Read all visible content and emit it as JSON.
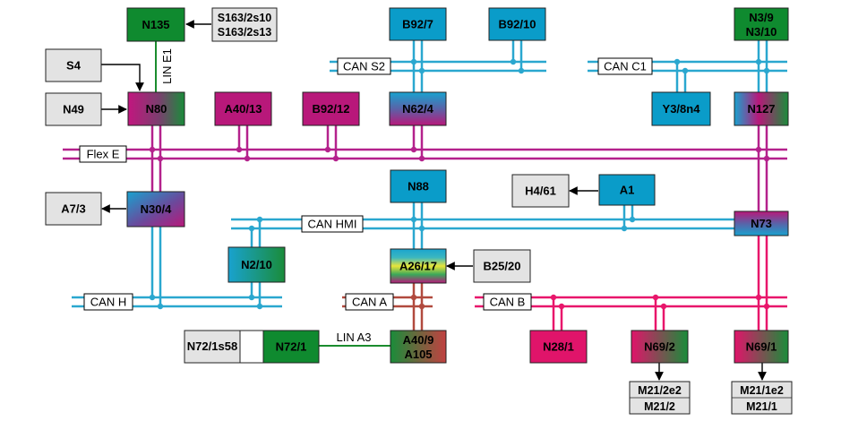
{
  "colors": {
    "can": "#2aa7cf",
    "flex": "#b4218c",
    "red_bus": "#e8166b",
    "brown_bus": "#b14a3e",
    "lin": "#1a8c2e",
    "node_blue": "#0a9cc9",
    "node_green": "#0f8a2f",
    "node_magenta": "#b8187a",
    "node_red": "#e0146a",
    "node_gray": "#e3e3e3"
  },
  "buses": {
    "can_s2": "CAN S2",
    "can_c1": "CAN C1",
    "flex_e": "Flex E",
    "can_hmi": "CAN HMI",
    "can_h": "CAN H",
    "can_a": "CAN A",
    "can_b": "CAN B",
    "lin_e1": "LIN E1",
    "lin_a3": "LIN A3"
  },
  "nodes": {
    "n135": "N135",
    "s163": [
      "S163/2s10",
      "S163/2s13"
    ],
    "b92_7": "B92/7",
    "b92_10": "B92/10",
    "n3_9": [
      "N3/9",
      "N3/10"
    ],
    "s4": "S4",
    "n49": "N49",
    "n80": "N80",
    "a40_13": "A40/13",
    "b92_12": "B92/12",
    "n62_4": "N62/4",
    "y3_8n4": "Y3/8n4",
    "n127": "N127",
    "a7_3": "A7/3",
    "n30_4": "N30/4",
    "n88": "N88",
    "h4_61": "H4/61",
    "a1": "A1",
    "n73": "N73",
    "n2_10": "N2/10",
    "a26_17": "A26/17",
    "b25_20": "B25/20",
    "n72_1s58": "N72/1s58",
    "n72_1": "N72/1",
    "a40_9": [
      "A40/9",
      "A105"
    ],
    "n28_1": "N28/1",
    "n69_2": "N69/2",
    "n69_1": "N69/1",
    "m21_2": [
      "M21/2e2",
      "M21/2"
    ],
    "m21_1": [
      "M21/1e2",
      "M21/1"
    ]
  }
}
